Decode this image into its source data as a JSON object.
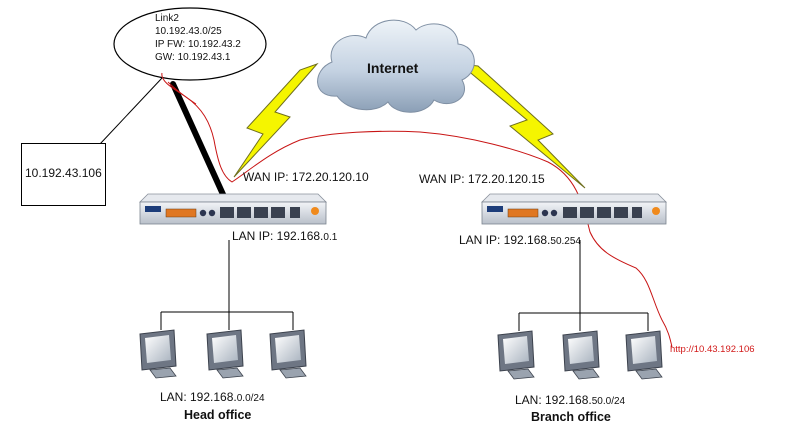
{
  "link_bubble": {
    "title": "Link2",
    "network": "10.192.43.0/25",
    "ip_fw": "IP FW: 10.192.43.2",
    "gw": "GW: 10.192.43.1"
  },
  "host_box": {
    "ip": "10.192.43.106"
  },
  "internet": {
    "label": "Internet"
  },
  "head_office": {
    "wan_ip": "WAN IP:  172.20.120.10",
    "lan_ip_prefix": "LAN IP:  192.168.",
    "lan_ip_suffix": "0.1",
    "lan_prefix": "LAN:  192.168.",
    "lan_suffix": "0.0/24",
    "name": "Head office"
  },
  "branch_office": {
    "wan_ip": "WAN IP:  172.20.120.15",
    "lan_ip_prefix": "LAN IP:  192.168.",
    "lan_ip_suffix": "50.254",
    "lan_prefix": "LAN:  192.168.",
    "lan_suffix": "50.0/24",
    "name": "Branch office"
  },
  "url_annotation": "http://10.43.192.106",
  "colors": {
    "lightning_fill": "#f5f500",
    "lightning_stroke": "#6e6e1e",
    "cloud_fill": "#c4d2e2",
    "appliance_body": "#c9ced6",
    "red_trace": "#c81414"
  }
}
